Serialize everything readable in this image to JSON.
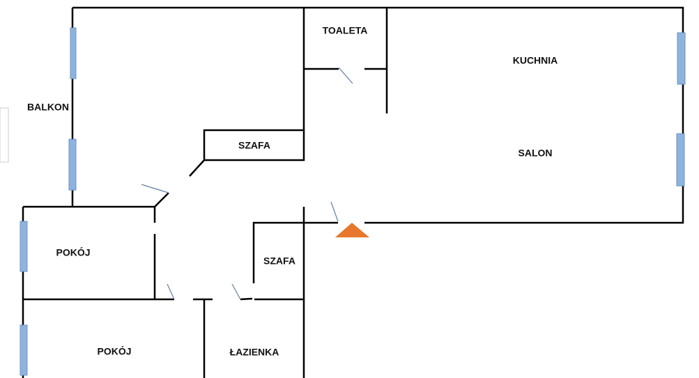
{
  "plan": {
    "rooms": {
      "toaleta": "TOALETA",
      "kuchnia": "KUCHNIA",
      "salon": "SALON",
      "szafa_upper": "SZAFA",
      "balkon": "BALKON",
      "pokoj_upper": "POKÓJ",
      "szafa_lower": "SZAFA",
      "pokoj_lower": "POKÓJ",
      "lazienka": "ŁAZIENKA"
    },
    "colors": {
      "wall": "#000000",
      "window": "#8eb3de",
      "entrance_marker": "#e8772e"
    }
  }
}
